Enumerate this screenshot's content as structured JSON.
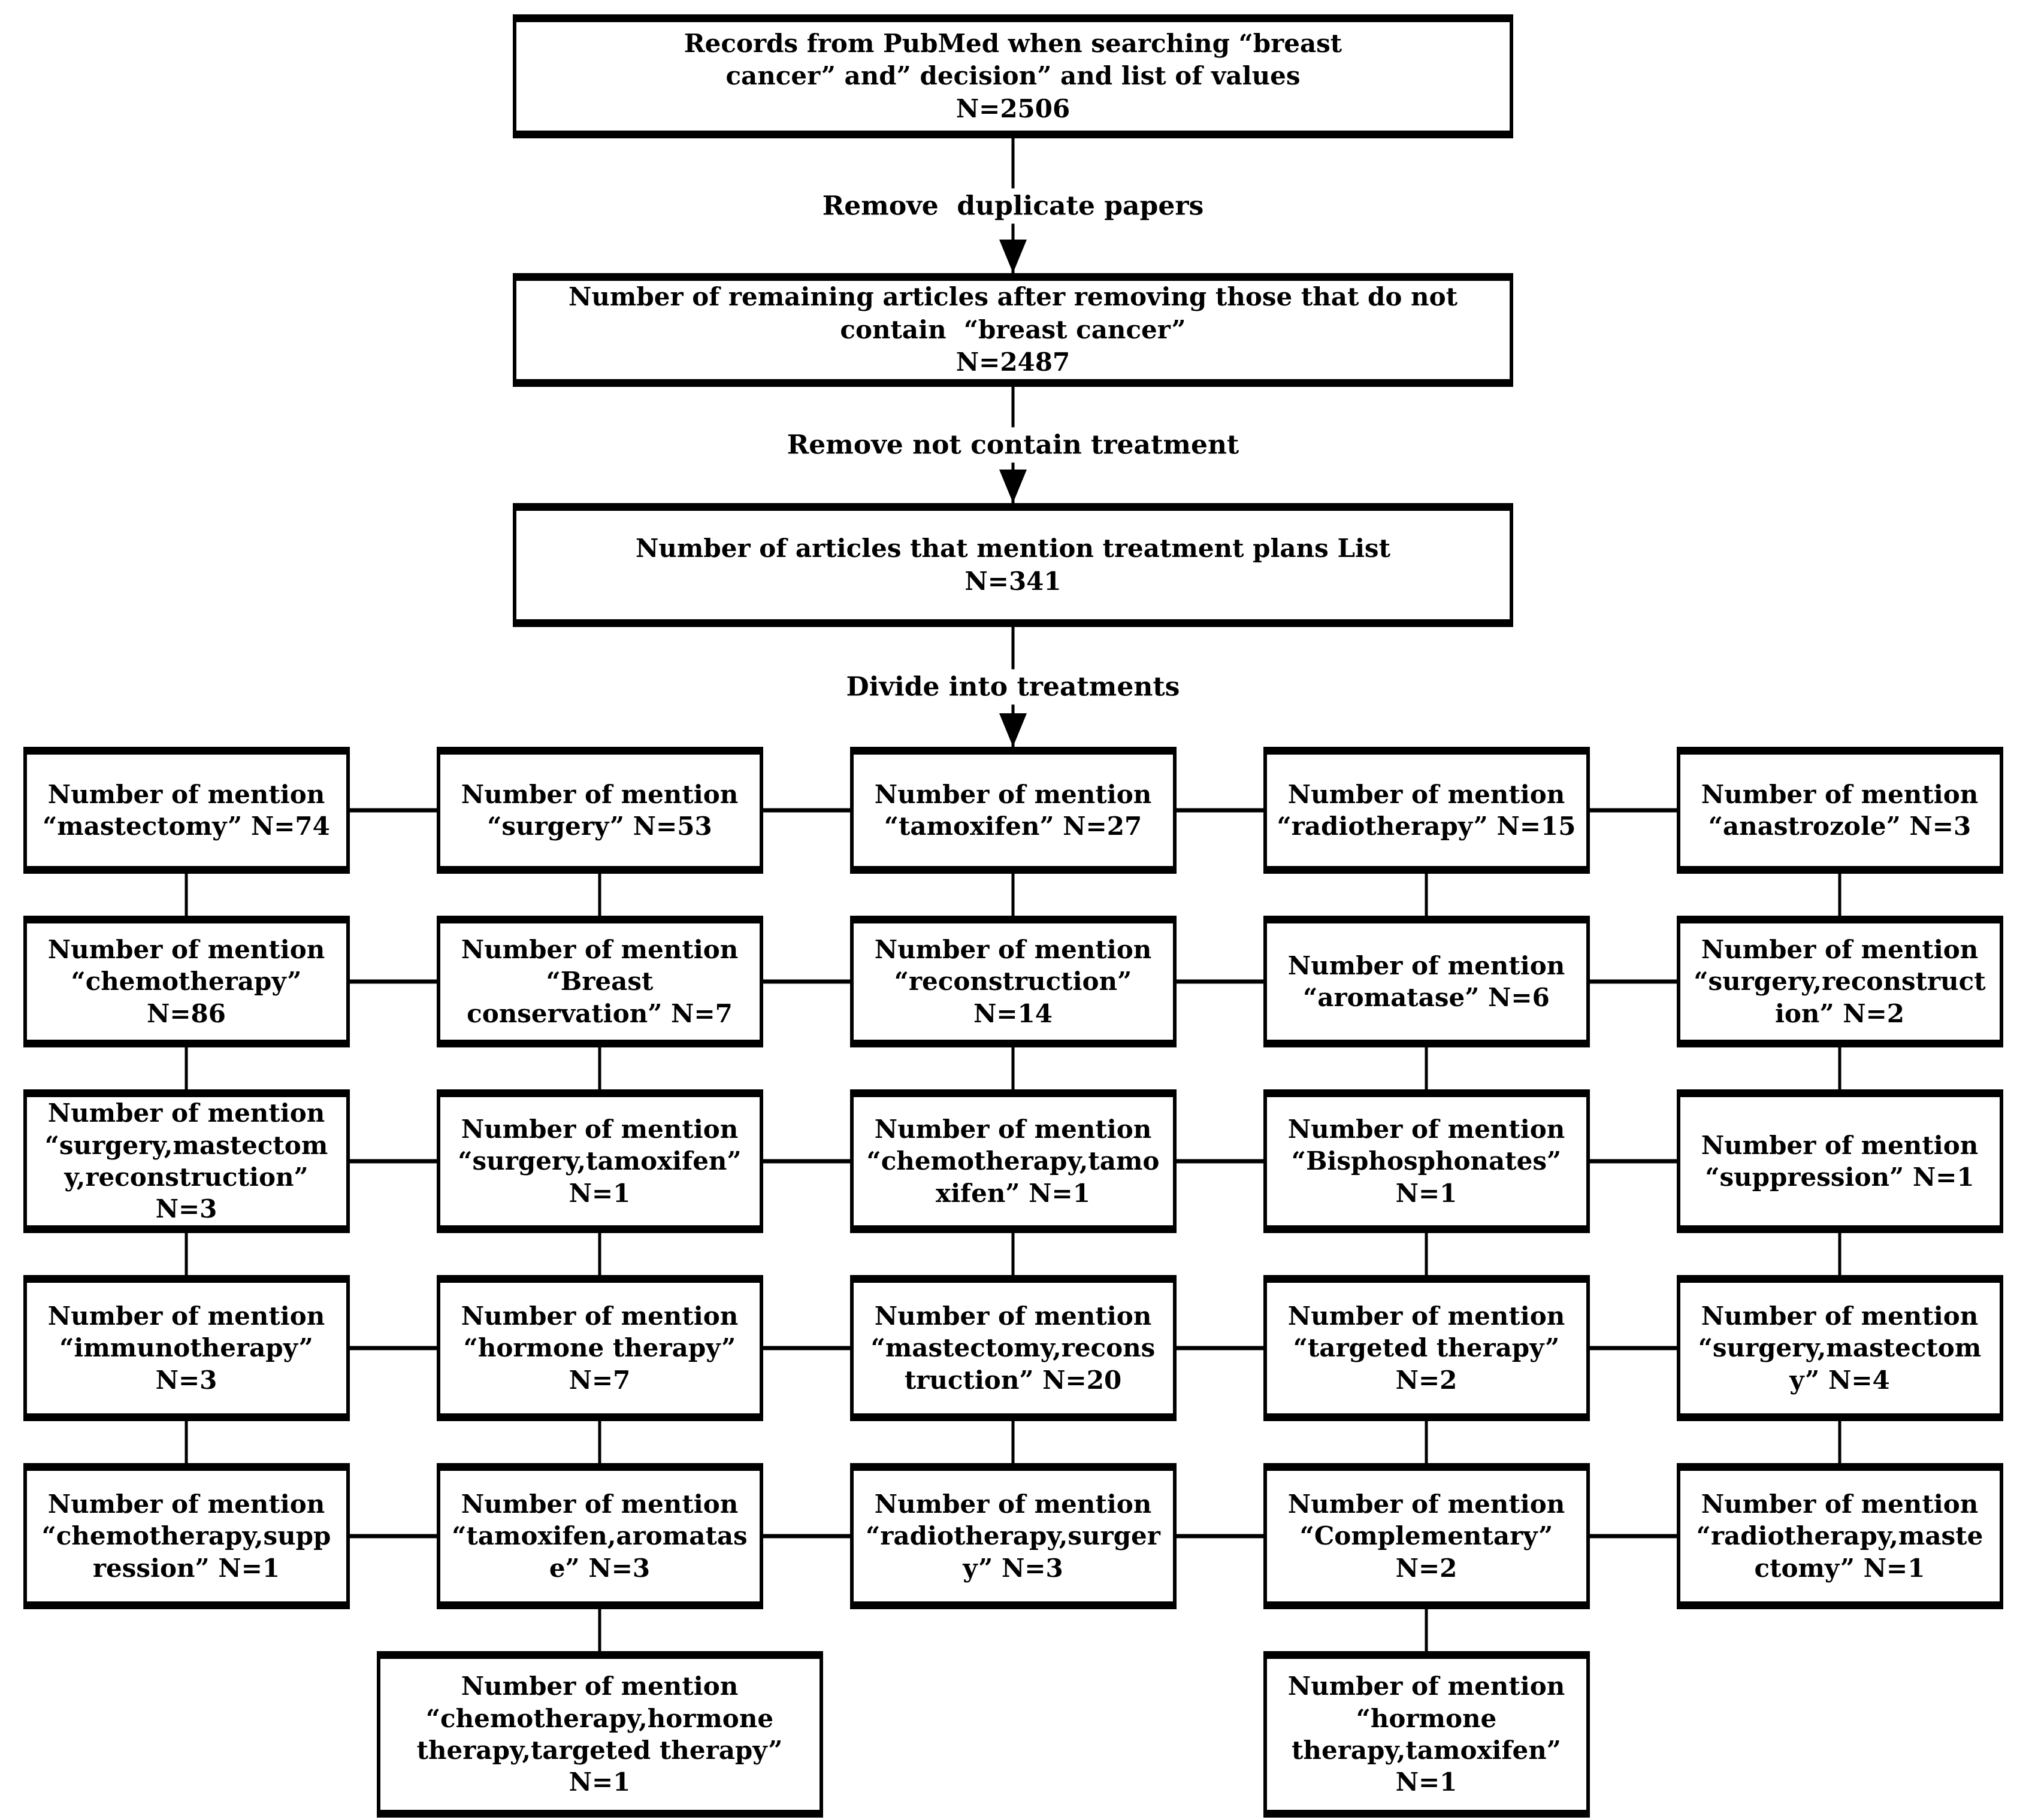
{
  "page": {
    "background": "#ffffff",
    "line_color": "#000000"
  },
  "funnel": {
    "box1": {
      "text": "Records from PubMed when searching “breast\ncancer” and” decision” and list of values\nN=2506",
      "n": 2506
    },
    "arrow1_label": "Remove  duplicate papers",
    "box2": {
      "text": "Number of remaining articles after removing those that do not\ncontain  “breast cancer”\nN=2487",
      "n": 2487
    },
    "arrow2_label": "Remove not contain treatment",
    "box3": {
      "text": "Number of articles that mention treatment plans List\nN=341",
      "n": 341
    },
    "arrow3_label": "Divide into treatments"
  },
  "grid": {
    "cells": [
      {
        "term": "mastectomy",
        "n": 74,
        "text": "Number of mention\n“mastectomy” N=74"
      },
      {
        "term": "surgery",
        "n": 53,
        "text": "Number of mention\n“surgery” N=53"
      },
      {
        "term": "tamoxifen",
        "n": 27,
        "text": "Number of mention\n“tamoxifen” N=27"
      },
      {
        "term": "radiotherapy",
        "n": 15,
        "text": "Number of mention\n“radiotherapy” N=15"
      },
      {
        "term": "anastrozole",
        "n": 3,
        "text": "Number of mention\n“anastrozole” N=3"
      },
      {
        "term": "chemotherapy",
        "n": 86,
        "text": "Number of mention\n“chemotherapy”\nN=86"
      },
      {
        "term": "Breast conservation",
        "n": 7,
        "text": "Number of mention\n“Breast\nconservation” N=7"
      },
      {
        "term": "reconstruction",
        "n": 14,
        "text": "Number of mention\n“reconstruction”\nN=14"
      },
      {
        "term": "aromatase",
        "n": 6,
        "text": "Number of mention\n“aromatase” N=6"
      },
      {
        "term": "surgery,reconstruction",
        "n": 2,
        "text": "Number of mention\n“surgery,reconstruct\nion” N=2"
      },
      {
        "term": "surgery,mastectomy,reconstruction",
        "n": 3,
        "text": "Number of mention\n“surgery,mastectom\ny,reconstruction”\nN=3"
      },
      {
        "term": "surgery,tamoxifen",
        "n": 1,
        "text": "Number of mention\n“surgery,tamoxifen”\nN=1"
      },
      {
        "term": "chemotherapy,tamoxifen",
        "n": 1,
        "text": "Number of mention\n“chemotherapy,tamo\nxifen” N=1"
      },
      {
        "term": "Bisphosphonates",
        "n": 1,
        "text": "Number of mention\n“Bisphosphonates”\nN=1"
      },
      {
        "term": "suppression",
        "n": 1,
        "text": "Number of mention\n“suppression” N=1"
      },
      {
        "term": "immunotherapy",
        "n": 3,
        "text": "Number of mention\n“immunotherapy”\nN=3"
      },
      {
        "term": "hormone therapy",
        "n": 7,
        "text": "Number of mention\n“hormone therapy”\nN=7"
      },
      {
        "term": "mastectomy,reconstruction",
        "n": 20,
        "text": "Number of mention\n“mastectomy,recons\ntruction” N=20"
      },
      {
        "term": "targeted therapy",
        "n": 2,
        "text": "Number of mention\n“targeted therapy”\nN=2"
      },
      {
        "term": "surgery,mastectomy",
        "n": 4,
        "text": "Number of mention\n“surgery,mastectom\ny” N=4"
      },
      {
        "term": "chemotherapy,suppression",
        "n": 1,
        "text": "Number of mention\n“chemotherapy,supp\nression” N=1"
      },
      {
        "term": "tamoxifen,aromatase",
        "n": 3,
        "text": "Number of mention\n“tamoxifen,aromatas\ne” N=3"
      },
      {
        "term": "radiotherapy,surgery",
        "n": 3,
        "text": "Number of mention\n“radiotherapy,surger\ny” N=3"
      },
      {
        "term": "Complementary",
        "n": 2,
        "text": "Number of mention\n“Complementary”\nN=2"
      },
      {
        "term": "radiotherapy,mastectomy",
        "n": 1,
        "text": "Number of mention\n“radiotherapy,maste\nctomy” N=1"
      },
      {
        "term": "chemotherapy,hormone therapy,targeted therapy",
        "n": 1,
        "text": "Number of mention\n“chemotherapy,hormone\ntherapy,targeted therapy”\nN=1"
      },
      {
        "term": "hormone therapy,tamoxifen",
        "n": 1,
        "text": "Number of mention\n“hormone\ntherapy,tamoxifen”\nN=1"
      }
    ]
  }
}
